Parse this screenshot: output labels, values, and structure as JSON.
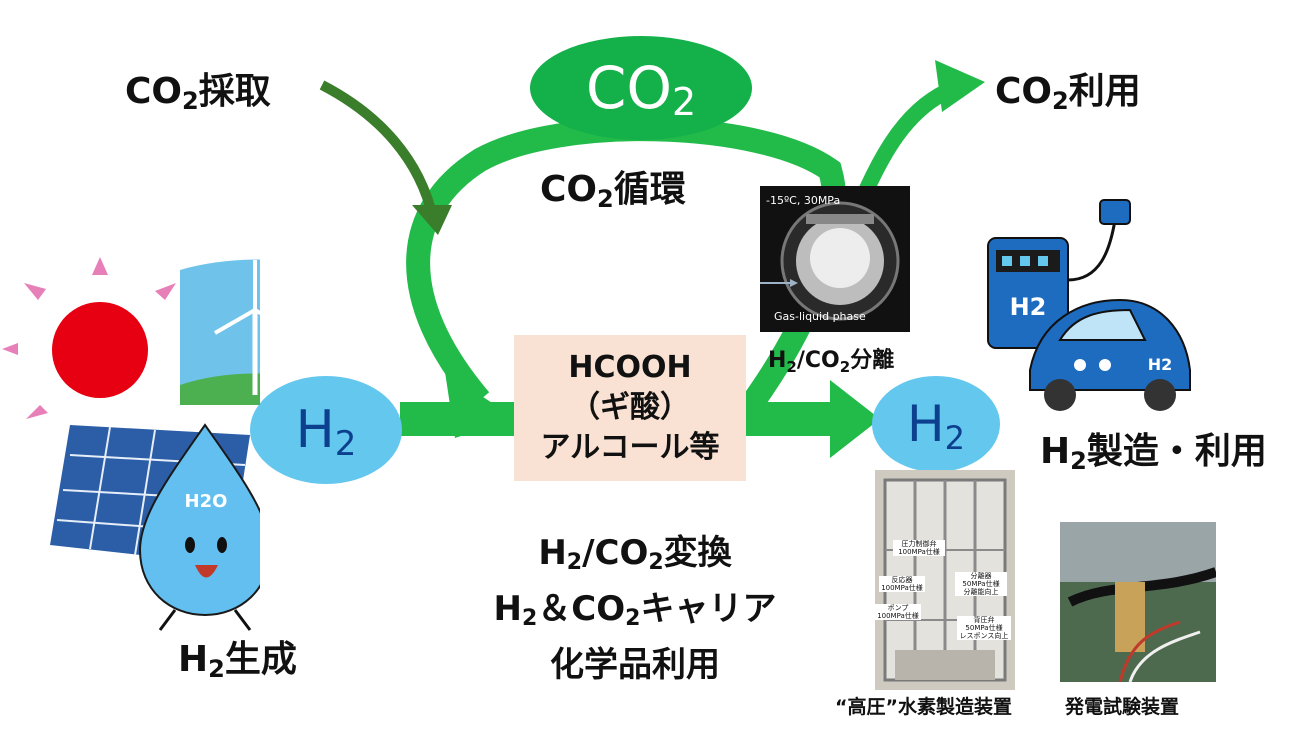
{
  "labels": {
    "co2_capture": {
      "main": "CO",
      "sub": "2",
      "rest": "採取"
    },
    "co2_use": {
      "main": "CO",
      "sub": "2",
      "rest": "利用"
    },
    "co2_cycle": {
      "main": "CO",
      "sub": "2",
      "rest": "循環"
    },
    "h2_gen": {
      "main": "H",
      "sub": "2",
      "rest": "生成"
    },
    "h2_prod": {
      "main": "H",
      "sub": "2",
      "rest": "製造・利用"
    },
    "sep": {
      "a": "H",
      "a_sub": "2",
      "slash": "/CO",
      "b_sub": "2",
      "rest": "分離"
    }
  },
  "bubbles": {
    "co2": {
      "main": "CO",
      "sub": "2"
    },
    "h2_left": {
      "main": "H",
      "sub": "2"
    },
    "h2_right": {
      "main": "H",
      "sub": "2"
    }
  },
  "center_box": {
    "line1": "HCOOH",
    "line2": "（ギ酸）",
    "line3": "アルコール等"
  },
  "bottom_text": {
    "l1a": "H",
    "l1s1": "2",
    "l1b": "/CO",
    "l1s2": "2",
    "l1c": "変換",
    "l2a": "H",
    "l2s1": "2",
    "l2b": "＆CO",
    "l2s2": "2",
    "l2c": "キャリア",
    "l3": "化学品利用"
  },
  "sep_photo": {
    "condition": "-15ºC, 30MPa",
    "phase": "Gas-liquid phase"
  },
  "apparatus_labels": {
    "valve": "圧力制御弁",
    "valve_spec": "100MPa仕様",
    "reactor": "反応器",
    "reactor_spec": "100MPa仕様",
    "pump": "ポンプ",
    "pump_spec": "100MPa仕様",
    "separator": "分離器",
    "separator_spec": "50MPa仕様",
    "separator_note": "分離能向上",
    "bpr": "背圧弁",
    "bpr_spec": "50MPa仕様",
    "bpr_note": "レスポンス向上"
  },
  "captions": {
    "hp_device": "“高圧”水素製造装置",
    "power_test": "発電試験装置"
  },
  "illus": {
    "droplet": "H2O",
    "pump": "H2",
    "car": "H2"
  },
  "colors": {
    "green": "#22bb4a",
    "dark_green": "#3a7d2a",
    "bubble_green": "#14b04a",
    "bubble_blue": "#63c7ee",
    "box": "#f9e2d4"
  }
}
